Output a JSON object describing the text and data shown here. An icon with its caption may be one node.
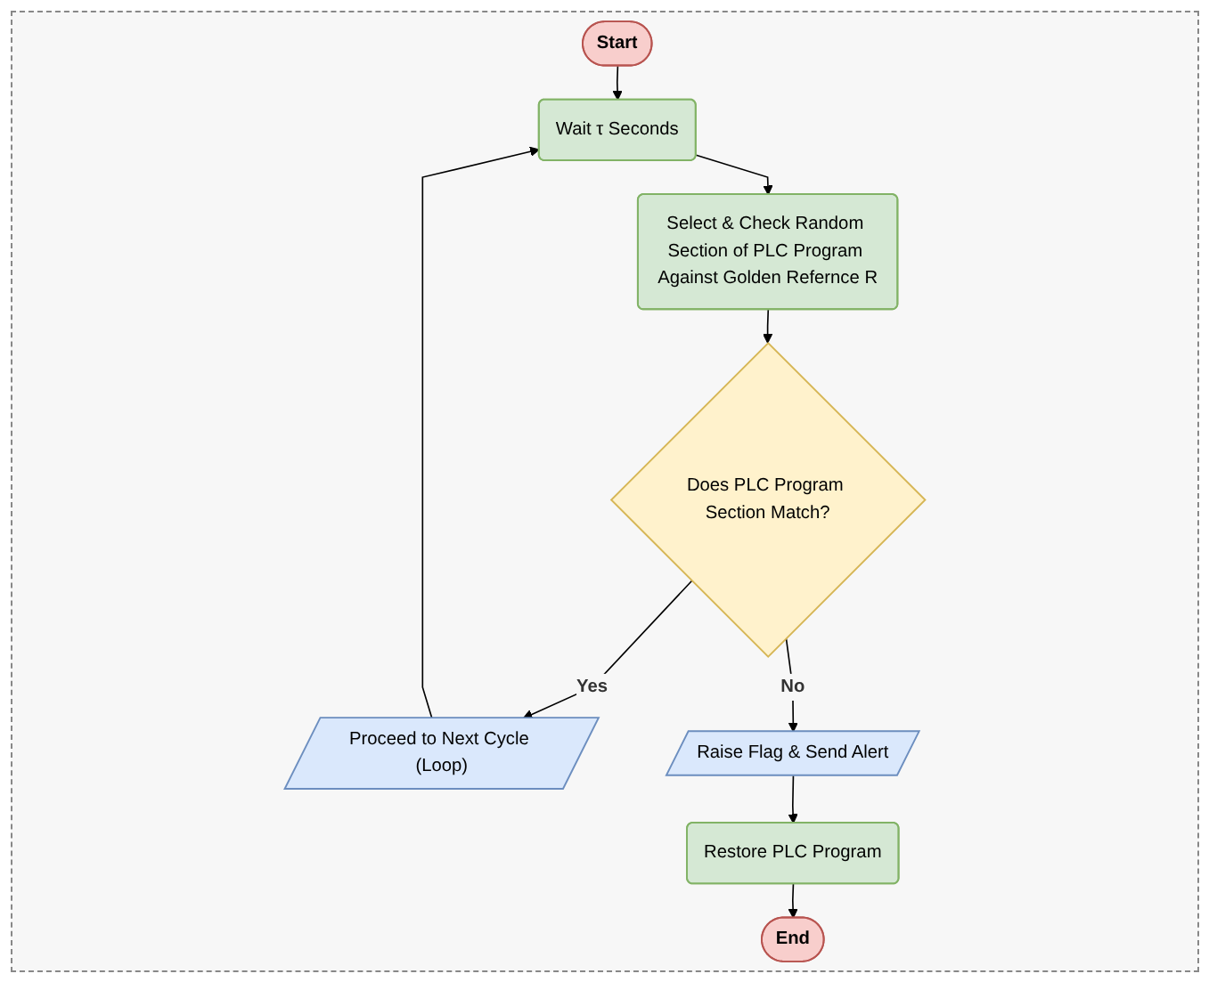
{
  "diagram": {
    "nodes": [
      {
        "text": [
          "Start"
        ]
      },
      {
        "text": [
          "Wait τ Seconds"
        ]
      },
      {
        "text": [
          "Select & Check Random Section of PLC Program Against Golden Refernce R"
        ]
      },
      {
        "text": [
          "Does PLC Program Section Match?"
        ]
      },
      {
        "text": [
          "Proceed to Next Cycle (Loop)"
        ]
      },
      {
        "text": [
          "Raise Flag & Send Alert"
        ]
      },
      {
        "text": [
          "Restore PLC Program"
        ]
      },
      {
        "text": [
          "End"
        ]
      }
    ],
    "edges": [
      {
        "from": 0,
        "to": 1,
        "arrow": "to"
      },
      {
        "from": 1,
        "to": 2,
        "arrow": "to"
      },
      {
        "from": 2,
        "to": 3,
        "arrow": "to"
      },
      {
        "from": 3,
        "to": 4,
        "arrow": "to",
        "label": "Yes"
      },
      {
        "from": 4,
        "to": 1,
        "arrow": "to"
      },
      {
        "from": 3,
        "to": 5,
        "arrow": "to",
        "label": "No"
      },
      {
        "from": 5,
        "to": 6,
        "arrow": "to"
      },
      {
        "from": 6,
        "to": 7,
        "arrow": "to"
      }
    ]
  }
}
